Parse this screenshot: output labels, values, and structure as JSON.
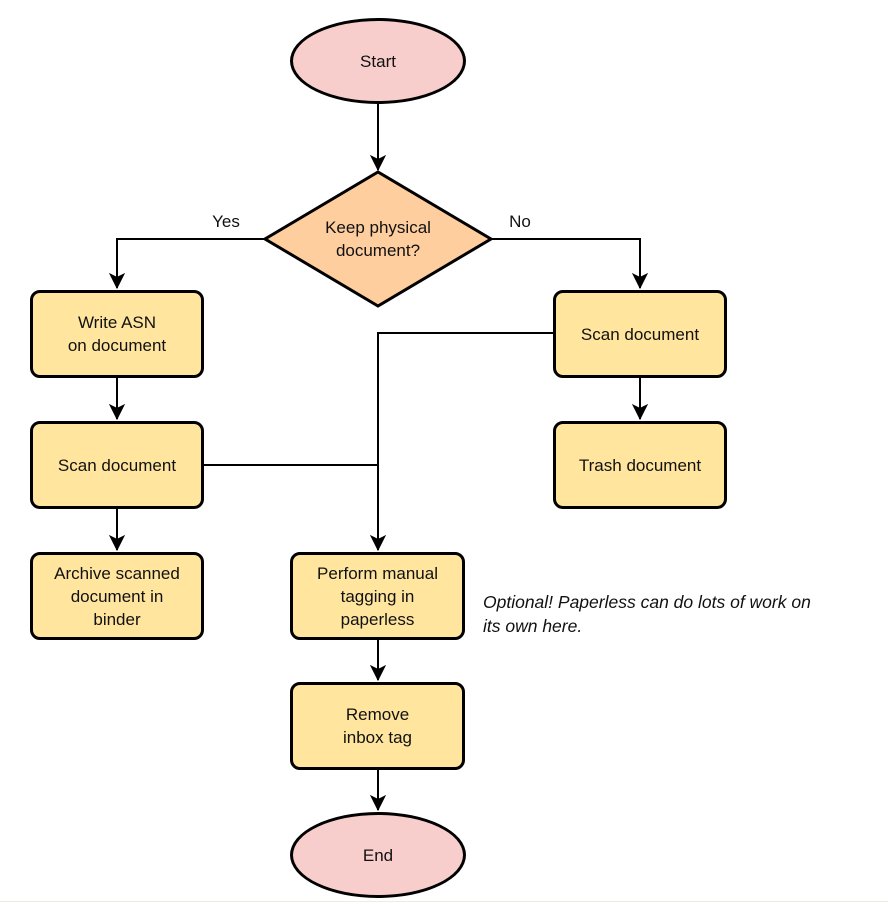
{
  "colors": {
    "terminal_fill": "#f8cecc",
    "decision_fill": "#ffce9e",
    "process_fill": "#ffe59e",
    "stroke": "#000000"
  },
  "nodes": {
    "start": {
      "label": "Start"
    },
    "decision": {
      "label": "Keep physical\ndocument?"
    },
    "write_asn": {
      "label": "Write ASN\non document"
    },
    "scan_left": {
      "label": "Scan document"
    },
    "archive": {
      "label": "Archive scanned\ndocument in\nbinder"
    },
    "scan_right": {
      "label": "Scan document"
    },
    "trash": {
      "label": "Trash document"
    },
    "tagging": {
      "label": "Perform manual\ntagging in\npaperless"
    },
    "remove_inbox": {
      "label": "Remove\ninbox tag"
    },
    "end": {
      "label": "End"
    }
  },
  "edge_labels": {
    "yes": "Yes",
    "no": "No"
  },
  "note": "Optional! Paperless can do lots of work on\nits own here."
}
